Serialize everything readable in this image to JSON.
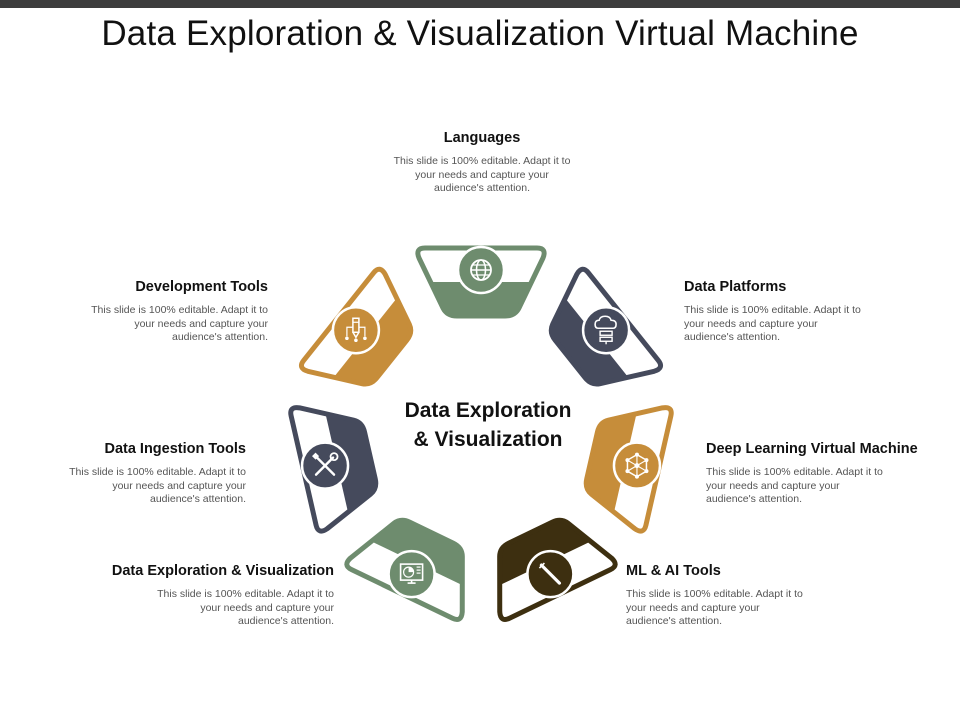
{
  "title": "Data Exploration & Visualization Virtual Machine",
  "center": {
    "line1": "Data Exploration",
    "line2": "& Visualization"
  },
  "segments": [
    {
      "heading": "Languages",
      "description": "This slide is 100% editable. Adapt it to your needs and capture your audience's attention.",
      "color": "#6e8c6e",
      "icon": "globe-icon"
    },
    {
      "heading": "Data Platforms",
      "description": "This slide is 100% editable. Adapt it to your needs and capture your audience's attention.",
      "color": "#454a5c",
      "icon": "cloud-server-icon"
    },
    {
      "heading": "Deep Learning Virtual Machine",
      "description": "This slide is 100% editable. Adapt it to your needs and capture your audience's attention.",
      "color": "#c68d3a",
      "icon": "network-icon"
    },
    {
      "heading": "ML & AI Tools",
      "description": "This slide is 100% editable. Adapt it to your needs and capture your audience's attention.",
      "color": "#3d2f10",
      "icon": "pen-icon"
    },
    {
      "heading": "Data Exploration & Visualization",
      "description": "This slide is 100% editable. Adapt it to your needs and capture your audience's attention.",
      "color": "#6e8c6e",
      "icon": "chart-screen-icon"
    },
    {
      "heading": "Data Ingestion Tools",
      "description": "This slide is 100% editable. Adapt it to your needs and capture your audience's attention.",
      "color": "#454a5c",
      "icon": "tools-icon"
    },
    {
      "heading": "Development Tools",
      "description": "This slide is 100% editable. Adapt it to your needs and capture your audience's attention.",
      "color": "#c68d3a",
      "icon": "pencil-circuit-icon"
    }
  ]
}
